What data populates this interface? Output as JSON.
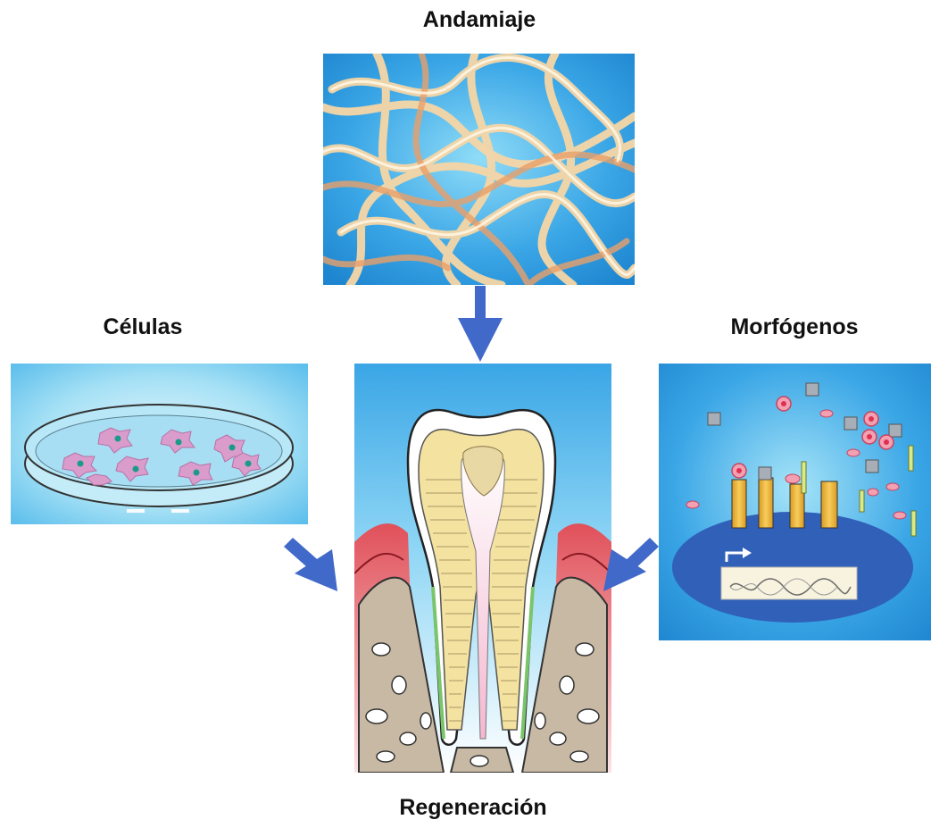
{
  "labels": {
    "scaffold": "Andamiaje",
    "cells": "Células",
    "morphogens": "Morfógenos",
    "regeneration": "Regeneración"
  },
  "colors": {
    "panel_blue": "#3aa6e6",
    "panel_light": "#bfeaf8",
    "arrow": "#4169c9",
    "fiber": "#f6d6a6",
    "gum": "#e0505a",
    "dentin": "#f3e2a0",
    "bone": "#c8b9a4"
  },
  "icons": {
    "scaffold": "fiber-mesh-illustration",
    "cells": "petri-dish-illustration",
    "tooth": "tooth-cross-section-illustration",
    "morphogens": "growth-factor-receptor-illustration",
    "arrows": "down-arrow-icon, diagonal-arrow-icon"
  }
}
